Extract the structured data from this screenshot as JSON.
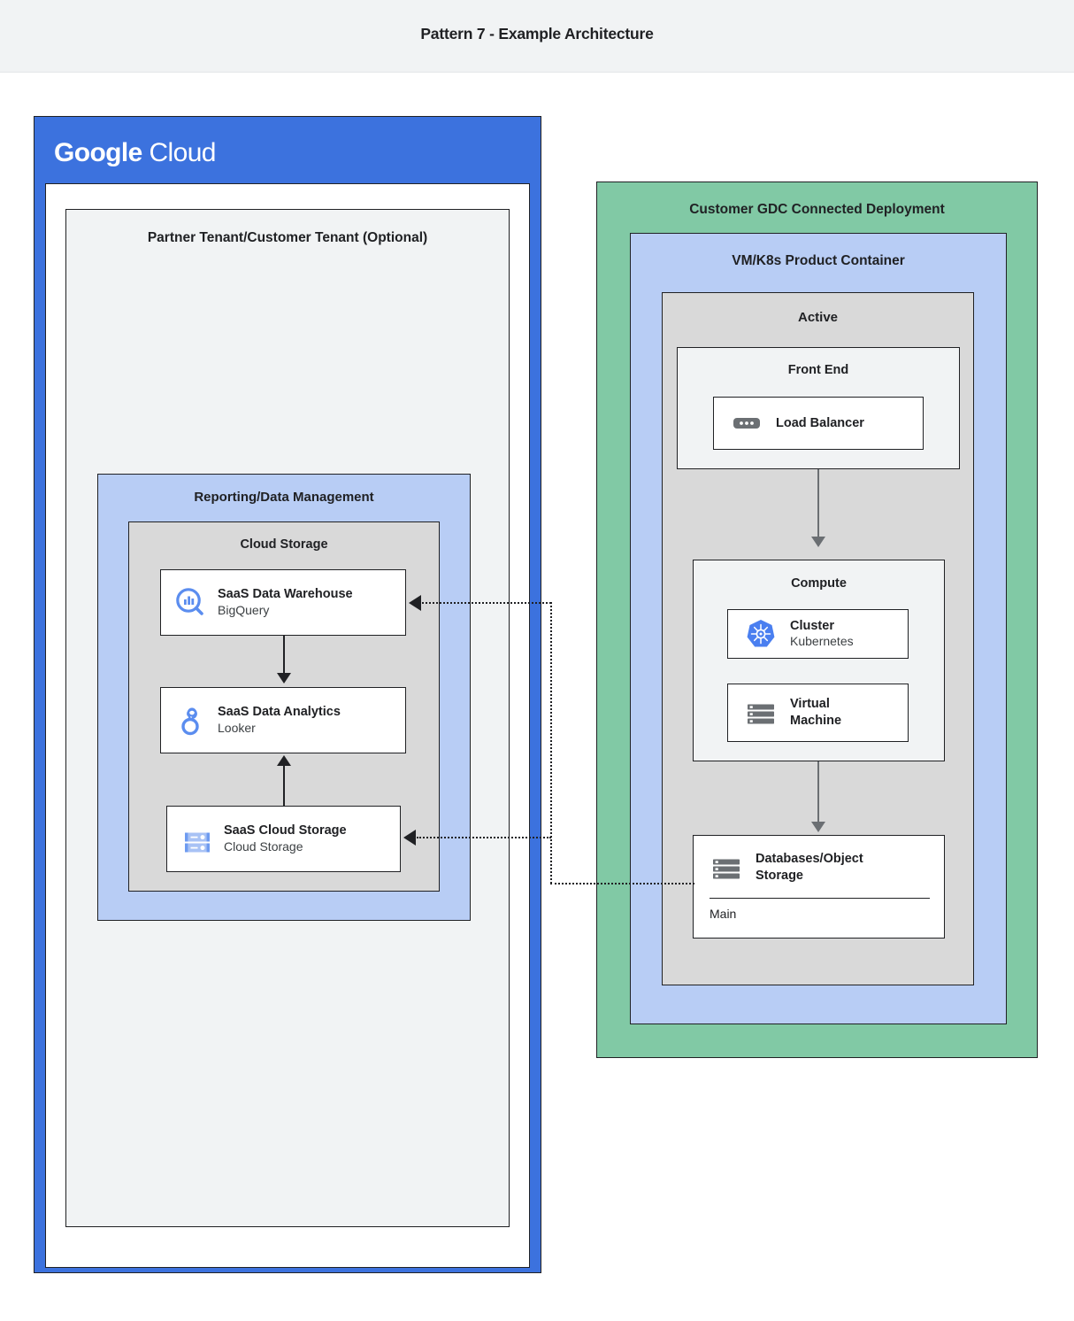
{
  "page": {
    "title": "Pattern 7 - Example Architecture"
  },
  "colors": {
    "google_blue": "#3C72DE",
    "light_blue": "#B8CDF5",
    "green": "#81C9A5",
    "gray": "#D9D9D9",
    "light_gray": "#F1F3F4",
    "icon_blue": "#4285F4",
    "icon_gray": "#6B6F73"
  },
  "google_cloud": {
    "logo_bold": "Google",
    "logo_light": "Cloud",
    "partner_tenant": {
      "title": "Partner Tenant/Customer Tenant (Optional)",
      "reporting": {
        "title": "Reporting/Data Management",
        "cloud_storage_group": {
          "title": "Cloud Storage",
          "services": [
            {
              "name": "SaaS Data Warehouse",
              "product": "BigQuery",
              "icon": "bigquery-icon"
            },
            {
              "name": "SaaS Data Analytics",
              "product": "Looker",
              "icon": "looker-icon"
            },
            {
              "name": "SaaS Cloud Storage",
              "product": "Cloud Storage",
              "icon": "cloud-storage-icon"
            }
          ]
        }
      }
    }
  },
  "gdc_deployment": {
    "title": "Customer GDC Connected Deployment",
    "product_container": {
      "title": "VM/K8s Product Container",
      "active": {
        "title": "Active",
        "front_end": {
          "title": "Front End",
          "service": {
            "name": "Load Balancer",
            "icon": "load-balancer-icon"
          }
        },
        "compute": {
          "title": "Compute",
          "services": [
            {
              "name": "Cluster",
              "product": "Kubernetes",
              "icon": "kubernetes-icon"
            },
            {
              "name": "Virtual\nMachine",
              "name_line1": "Virtual",
              "name_line2": "Machine",
              "icon": "virtual-machine-icon"
            }
          ]
        },
        "database": {
          "name_line1": "Databases/Object",
          "name_line2": "Storage",
          "sub_label": "Main",
          "icon": "database-icon"
        }
      }
    }
  }
}
